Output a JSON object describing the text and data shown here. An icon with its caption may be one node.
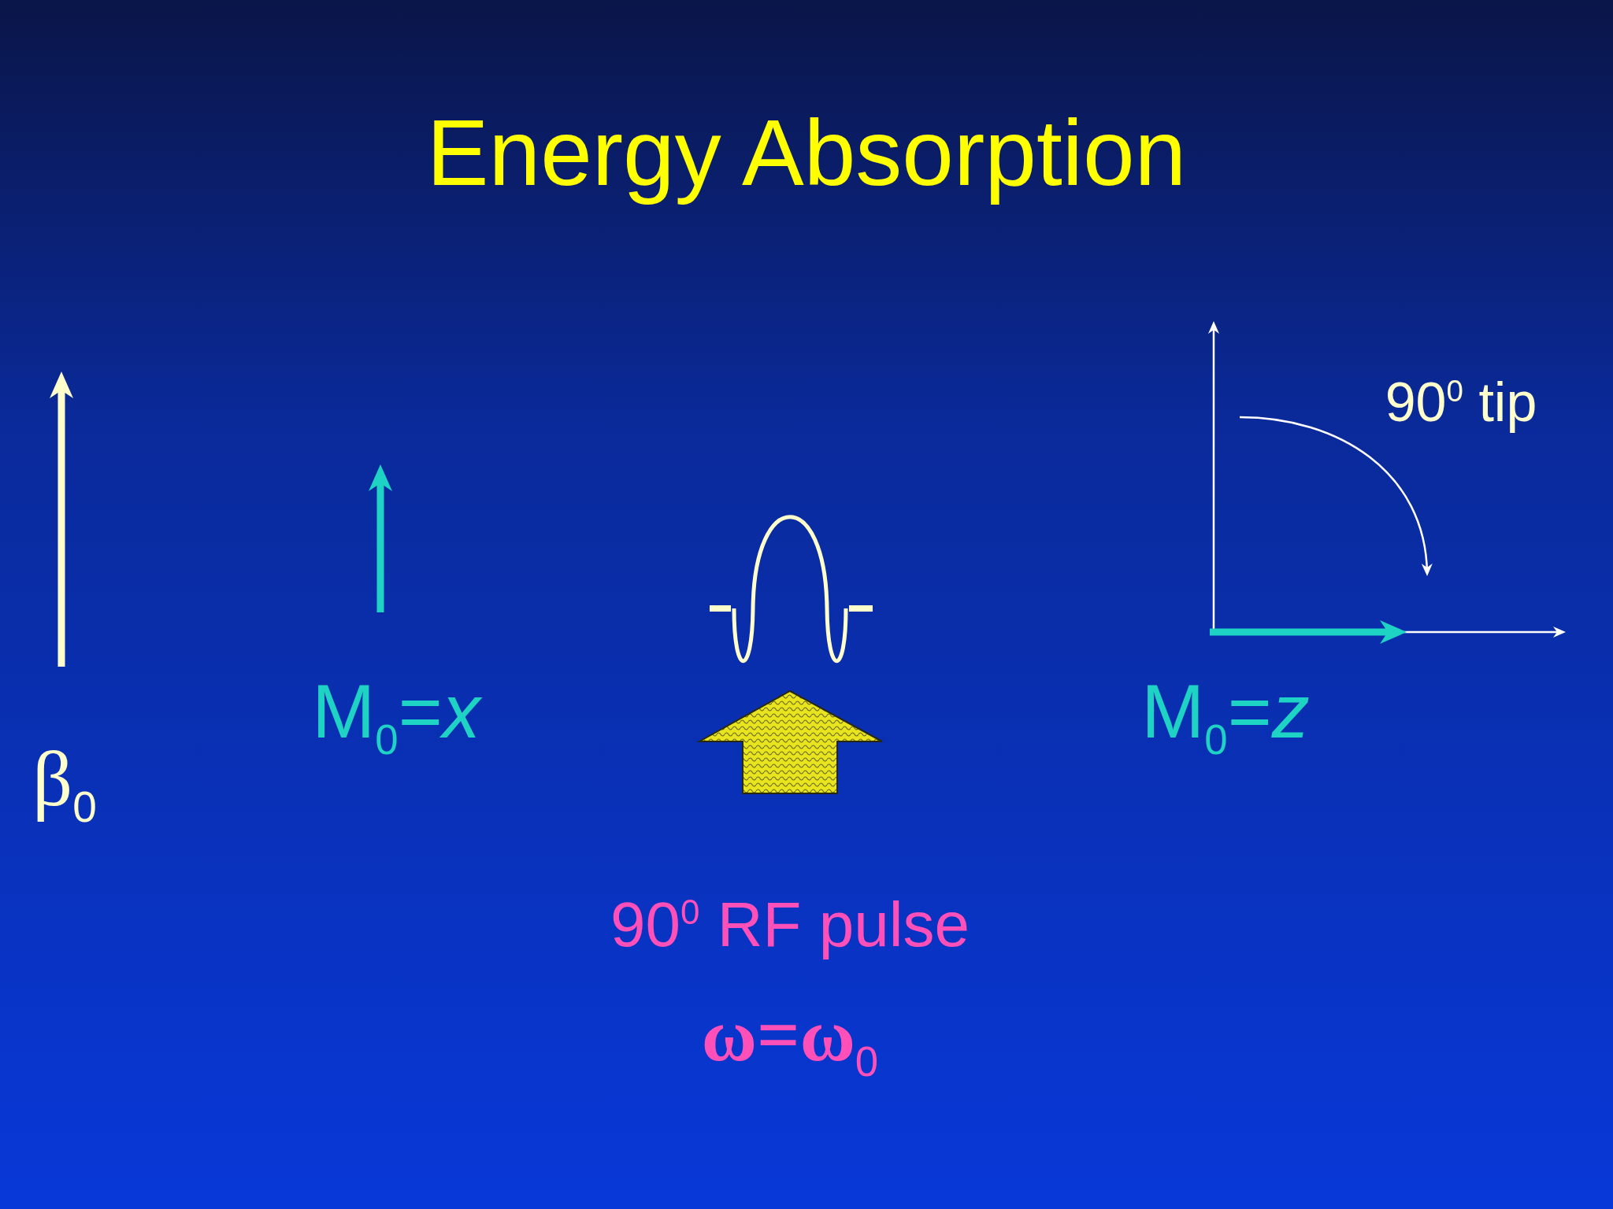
{
  "diagram": {
    "title": "Energy Absorption",
    "labels": [
      "β$_{0}$",
      "M$_{0}$=*x*",
      "90$^{0}$ tip",
      "M$_{0}$=*z*",
      "90$^{0}$ RF pulse",
      "ω=ω$_{0}$"
    ]
  }
}
